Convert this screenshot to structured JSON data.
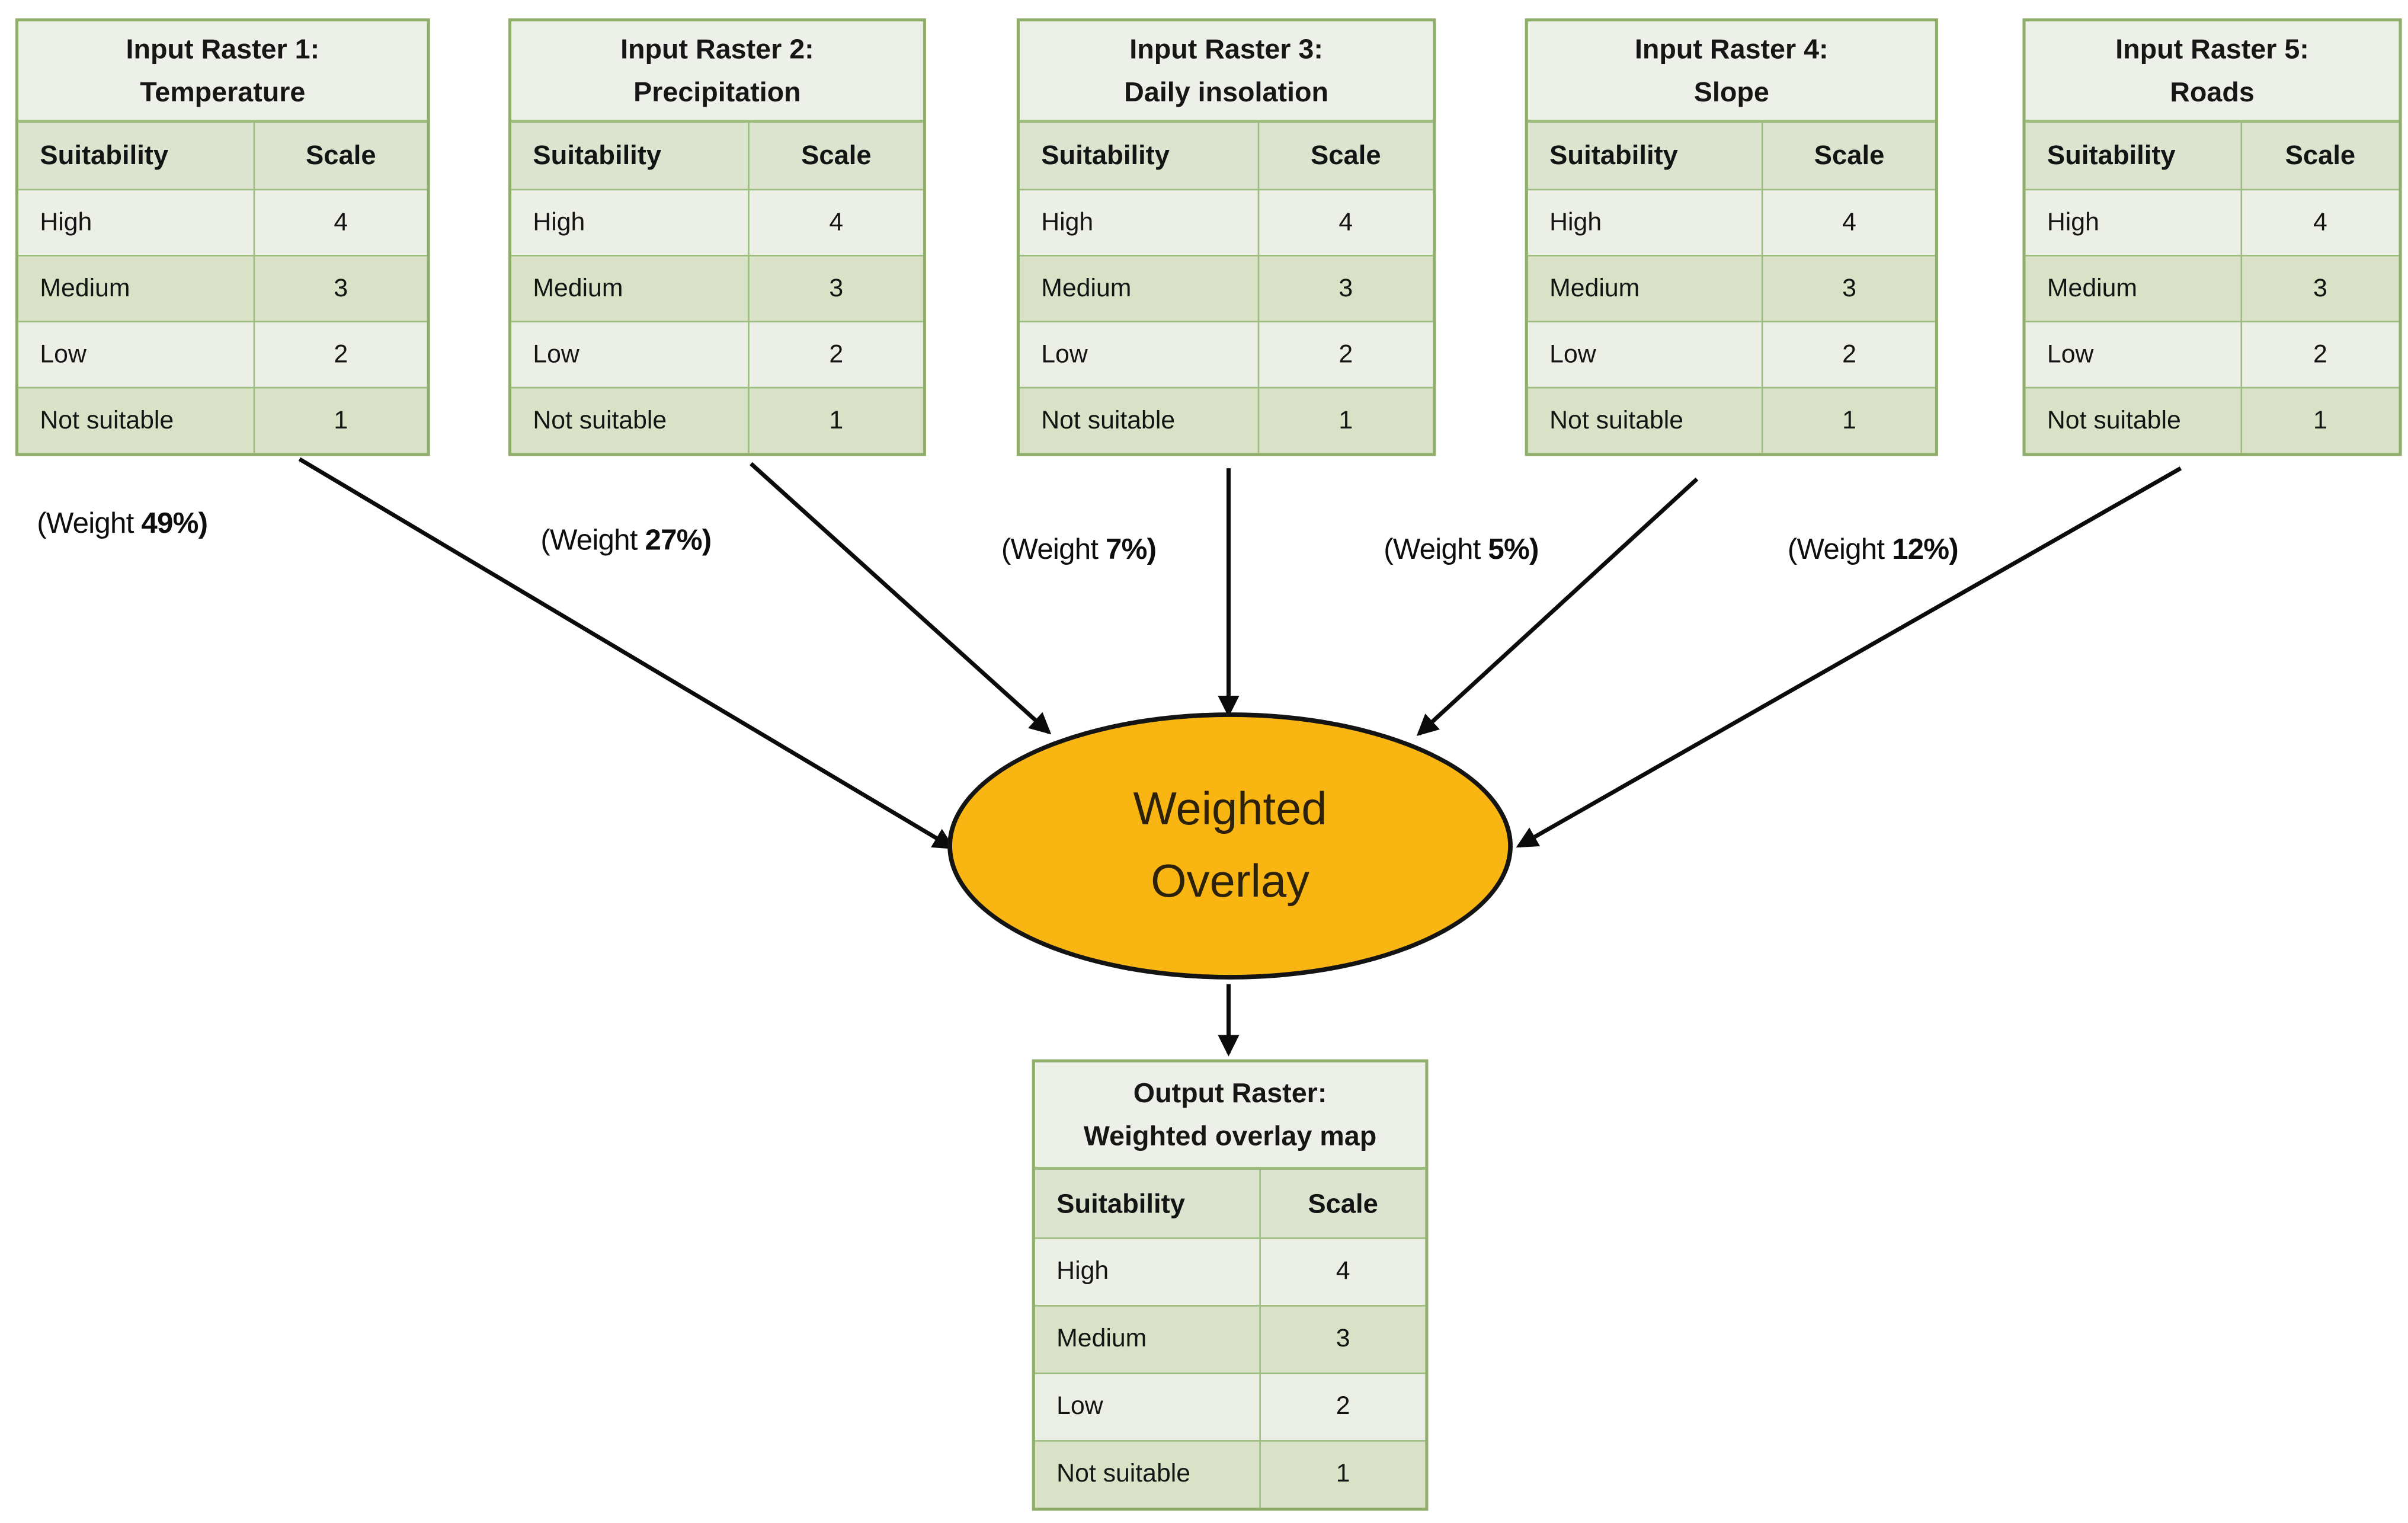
{
  "process": {
    "lines": [
      "Weighted",
      "Overlay"
    ]
  },
  "inputs": [
    {
      "title": [
        "Input Raster 1:",
        "Temperature"
      ],
      "weight": {
        "prefix": "(Weight",
        "value": "49%)"
      },
      "table": {
        "headers": [
          "Suitability",
          "Scale"
        ],
        "rows": [
          [
            "High",
            "4"
          ],
          [
            "Medium",
            "3"
          ],
          [
            "Low",
            "2"
          ],
          [
            "Not suitable",
            "1"
          ]
        ]
      }
    },
    {
      "title": [
        "Input Raster 2:",
        "Precipitation"
      ],
      "weight": {
        "prefix": "(Weight",
        "value": "27%)"
      },
      "table": {
        "headers": [
          "Suitability",
          "Scale"
        ],
        "rows": [
          [
            "High",
            "4"
          ],
          [
            "Medium",
            "3"
          ],
          [
            "Low",
            "2"
          ],
          [
            "Not suitable",
            "1"
          ]
        ]
      }
    },
    {
      "title": [
        "Input Raster 3:",
        "Daily insolation"
      ],
      "weight": {
        "prefix": "(Weight",
        "value": "7%)"
      },
      "table": {
        "headers": [
          "Suitability",
          "Scale"
        ],
        "rows": [
          [
            "High",
            "4"
          ],
          [
            "Medium",
            "3"
          ],
          [
            "Low",
            "2"
          ],
          [
            "Not suitable",
            "1"
          ]
        ]
      }
    },
    {
      "title": [
        "Input Raster 4:",
        "Slope"
      ],
      "weight": {
        "prefix": "(Weight",
        "value": "5%)"
      },
      "table": {
        "headers": [
          "Suitability",
          "Scale"
        ],
        "rows": [
          [
            "High",
            "4"
          ],
          [
            "Medium",
            "3"
          ],
          [
            "Low",
            "2"
          ],
          [
            "Not suitable",
            "1"
          ]
        ]
      }
    },
    {
      "title": [
        "Input Raster 5:",
        "Roads"
      ],
      "weight": {
        "prefix": "(Weight",
        "value": "12%)"
      },
      "table": {
        "headers": [
          "Suitability",
          "Scale"
        ],
        "rows": [
          [
            "High",
            "4"
          ],
          [
            "Medium",
            "3"
          ],
          [
            "Low",
            "2"
          ],
          [
            "Not suitable",
            "1"
          ]
        ]
      }
    }
  ],
  "output": {
    "title": [
      "Output Raster:",
      "Weighted overlay map"
    ],
    "table": {
      "headers": [
        "Suitability",
        "Scale"
      ],
      "rows": [
        [
          "High",
          "4"
        ],
        [
          "Medium",
          "3"
        ],
        [
          "Low",
          "2"
        ],
        [
          "Not suitable",
          "1"
        ]
      ]
    }
  },
  "colors": {
    "table_border": "#9CBC7E",
    "table_border_dark": "#8FAE6C",
    "title_bg": "#EDF0E9",
    "header_bg": "#DCE4CF",
    "row_light": "#ECEFE6",
    "row_green": "#D9E2C6",
    "ellipse_fill": "#F9B612",
    "arrow_color": "#0B0B0B"
  }
}
